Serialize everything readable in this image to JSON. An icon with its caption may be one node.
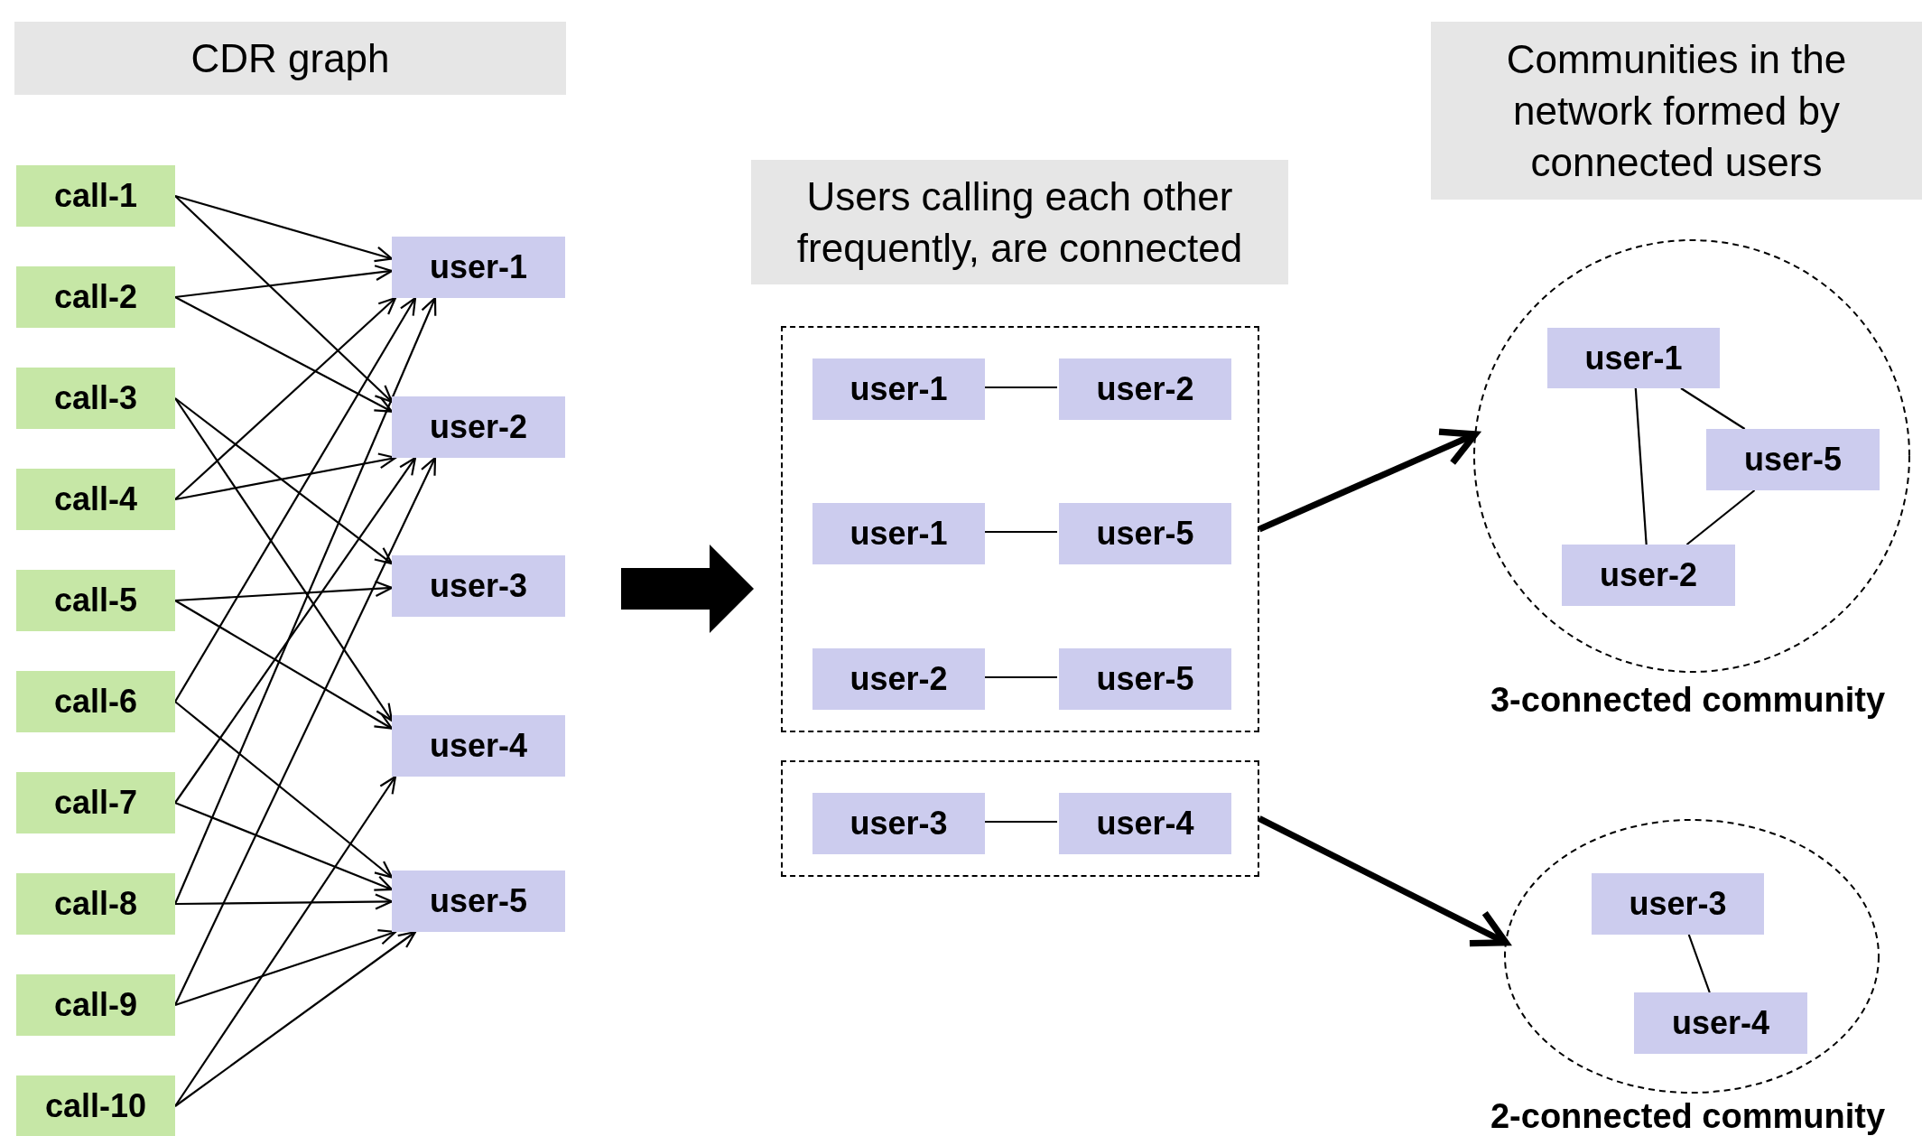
{
  "diagram": {
    "nodes": [
      {
        "text": [
          "CDR graph"
        ]
      },
      {
        "text": [
          "call-1"
        ]
      },
      {
        "text": [
          "call-2"
        ]
      },
      {
        "text": [
          "call-3"
        ]
      },
      {
        "text": [
          "call-4"
        ]
      },
      {
        "text": [
          "call-5"
        ]
      },
      {
        "text": [
          "call-6"
        ]
      },
      {
        "text": [
          "call-7"
        ]
      },
      {
        "text": [
          "call-8"
        ]
      },
      {
        "text": [
          "call-9"
        ]
      },
      {
        "text": [
          "call-10"
        ]
      },
      {
        "text": [
          "user-1"
        ]
      },
      {
        "text": [
          "user-2"
        ]
      },
      {
        "text": [
          "user-3"
        ]
      },
      {
        "text": [
          "user-4"
        ]
      },
      {
        "text": [
          "user-5"
        ]
      },
      {
        "text": [
          "Users calling each other frequently, are connected"
        ]
      },
      {
        "text": [],
        "shape": "box"
      },
      {
        "text": [
          "user-1"
        ],
        "in": 17
      },
      {
        "text": [
          "user-2"
        ],
        "in": 17
      },
      {
        "text": [
          "user-1"
        ],
        "in": 17
      },
      {
        "text": [
          "user-5"
        ],
        "in": 17
      },
      {
        "text": [
          "user-2"
        ],
        "in": 17
      },
      {
        "text": [
          "user-5"
        ],
        "in": 17
      },
      {
        "text": [],
        "shape": "box"
      },
      {
        "text": [
          "user-3"
        ],
        "in": 24
      },
      {
        "text": [
          "user-4"
        ],
        "in": 24
      },
      {
        "text": [
          "Communities in the network formed by connected users"
        ]
      },
      {
        "text": [],
        "shape": "circle",
        "beside": [
          "3-connected community"
        ]
      },
      {
        "text": [
          "user-1"
        ],
        "in": 28
      },
      {
        "text": [
          "user-5"
        ],
        "in": 28
      },
      {
        "text": [
          "user-2"
        ],
        "in": 28
      },
      {
        "text": [],
        "shape": "circle",
        "beside": [
          "2-connected community"
        ]
      },
      {
        "text": [
          "user-3"
        ],
        "in": 32
      },
      {
        "text": [
          "user-4"
        ],
        "in": 32
      }
    ],
    "edges": [
      {
        "from": 1,
        "to": 11,
        "arrow": "to"
      },
      {
        "from": 1,
        "to": 12,
        "arrow": "to"
      },
      {
        "from": 2,
        "to": 11,
        "arrow": "to"
      },
      {
        "from": 2,
        "to": 12,
        "arrow": "to"
      },
      {
        "from": 3,
        "to": 13,
        "arrow": "to"
      },
      {
        "from": 3,
        "to": 14,
        "arrow": "to"
      },
      {
        "from": 4,
        "to": 11,
        "arrow": "to"
      },
      {
        "from": 4,
        "to": 12,
        "arrow": "to"
      },
      {
        "from": 5,
        "to": 13,
        "arrow": "to"
      },
      {
        "from": 5,
        "to": 14,
        "arrow": "to"
      },
      {
        "from": 6,
        "to": 11,
        "arrow": "to"
      },
      {
        "from": 6,
        "to": 15,
        "arrow": "to"
      },
      {
        "from": 7,
        "to": 12,
        "arrow": "to"
      },
      {
        "from": 7,
        "to": 15,
        "arrow": "to"
      },
      {
        "from": 8,
        "to": 11,
        "arrow": "to"
      },
      {
        "from": 8,
        "to": 15,
        "arrow": "to"
      },
      {
        "from": 9,
        "to": 12,
        "arrow": "to"
      },
      {
        "from": 9,
        "to": 15,
        "arrow": "to"
      },
      {
        "from": 10,
        "to": 14,
        "arrow": "to"
      },
      {
        "from": 10,
        "to": 15,
        "arrow": "to"
      },
      {
        "from": 18,
        "to": 19,
        "arrow": "none"
      },
      {
        "from": 20,
        "to": 21,
        "arrow": "none"
      },
      {
        "from": 22,
        "to": 23,
        "arrow": "none"
      },
      {
        "from": 25,
        "to": 26,
        "arrow": "none"
      },
      {
        "from": 17,
        "to": 28,
        "arrow": "to",
        "style": "thick"
      },
      {
        "from": 24,
        "to": 32,
        "arrow": "to",
        "style": "thick"
      },
      {
        "from": 29,
        "to": 30,
        "arrow": "none"
      },
      {
        "from": 29,
        "to": 31,
        "arrow": "none"
      },
      {
        "from": 30,
        "to": 31,
        "arrow": "none"
      },
      {
        "from": 33,
        "to": 34,
        "arrow": "none"
      }
    ]
  }
}
